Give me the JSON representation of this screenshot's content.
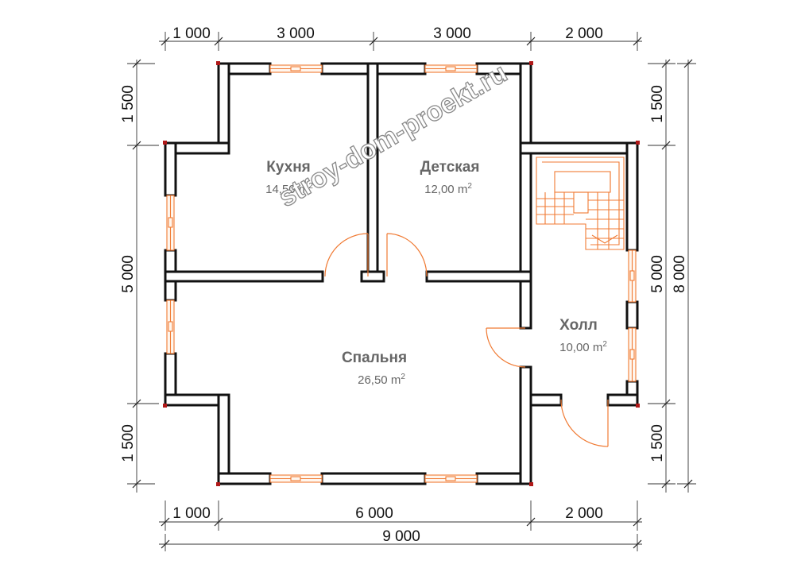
{
  "watermark": "stroy-dom-proekt.ru",
  "rooms": {
    "kitchen": {
      "name": "Кухня",
      "area": "14,50 m",
      "sup": "2"
    },
    "kids": {
      "name": "Детская",
      "area": "12,00 m",
      "sup": "2"
    },
    "bedroom": {
      "name": "Спальня",
      "area": "26,50 m",
      "sup": "2"
    },
    "hall": {
      "name": "Холл",
      "area": "10,00 m",
      "sup": "2"
    }
  },
  "dimensions": {
    "top": [
      "1 000",
      "3 000",
      "3 000",
      "2 000"
    ],
    "bottom": [
      "1 000",
      "6 000",
      "2 000"
    ],
    "overall_width": "9 000",
    "left": [
      "1 500",
      "5 000",
      "1 500"
    ],
    "right": [
      "1 500",
      "5 000",
      "1 500"
    ],
    "overall_height": "8 000"
  },
  "colors": {
    "wall_outline": "#111111",
    "window_door": "#f07a33",
    "corner_post": "#b01818",
    "room_text": "#666666"
  }
}
